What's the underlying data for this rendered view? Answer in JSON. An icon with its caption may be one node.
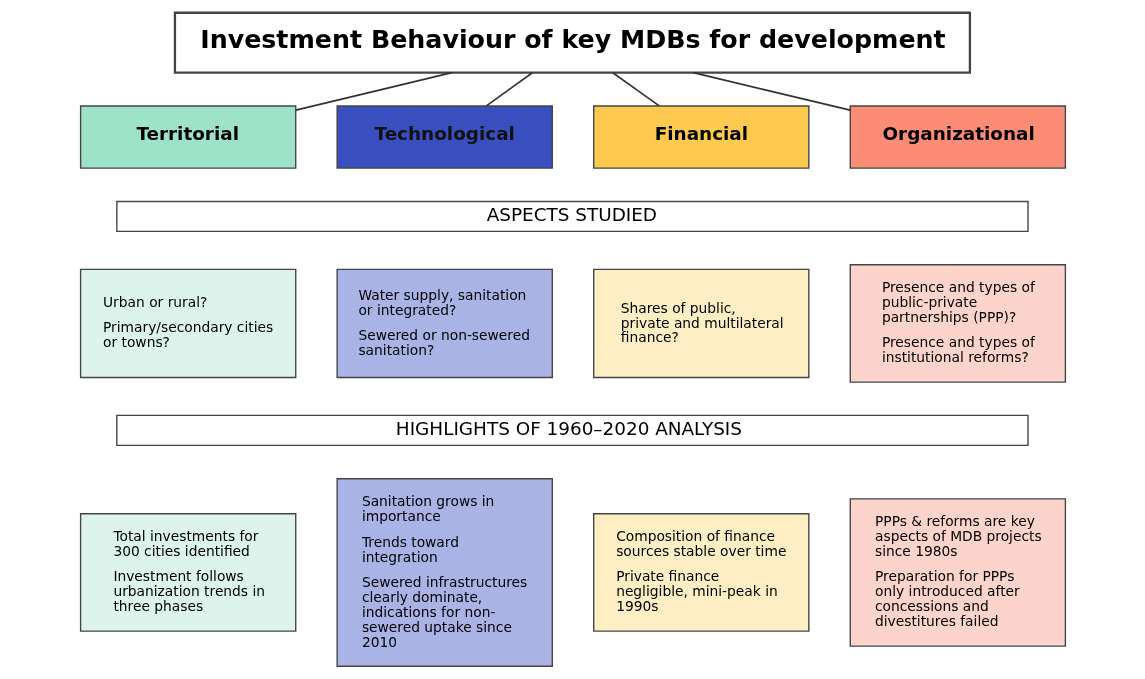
{
  "diagram": {
    "nodes": [
      {
        "text": [
          "Investment Behaviour of key MDBs for development"
        ]
      },
      {
        "text": [
          "Territorial"
        ]
      },
      {
        "text": [
          "Technological"
        ]
      },
      {
        "text": [
          "Financial"
        ]
      },
      {
        "text": [
          "Organizational"
        ]
      },
      {
        "text": [
          "ASPECTS STUDIED"
        ]
      },
      {
        "text": [
          "Urban or rural?",
          "Primary/secondary cities or towns?"
        ]
      },
      {
        "text": [
          "Water supply, sanitation or integrated?",
          "Sewered or non-sewered sanitation?"
        ]
      },
      {
        "text": [
          "Shares of public, private and multilateral finance?"
        ]
      },
      {
        "text": [
          "Presence and types of public-private partnerships (PPP)?",
          "Presence and types of institutional reforms?"
        ]
      },
      {
        "text": [
          "HIGHLIGHTS OF 1960–2020 ANALYSIS"
        ]
      },
      {
        "text": [
          "Total investments for 300 cities identified",
          "Investment follows urbanization trends in three phases"
        ]
      },
      {
        "text": [
          "Sanitation grows in importance",
          "Trends toward integration",
          "Sewered infrastructures clearly dominate, indications for non-sewered uptake since 2010"
        ]
      },
      {
        "text": [
          "Composition of finance sources stable over time",
          "Private finance negligible, mini-peak in 1990s"
        ]
      },
      {
        "text": [
          "PPPs & reforms are key aspects of MDB projects since 1980s",
          "Preparation for PPPs only introduced after concessions and divestitures failed"
        ]
      }
    ],
    "edges": [
      {
        "from": 0,
        "to": 1,
        "arrow": "none"
      },
      {
        "from": 0,
        "to": 2,
        "arrow": "none"
      },
      {
        "from": 0,
        "to": 3,
        "arrow": "none"
      },
      {
        "from": 0,
        "to": 4,
        "arrow": "none"
      }
    ]
  }
}
